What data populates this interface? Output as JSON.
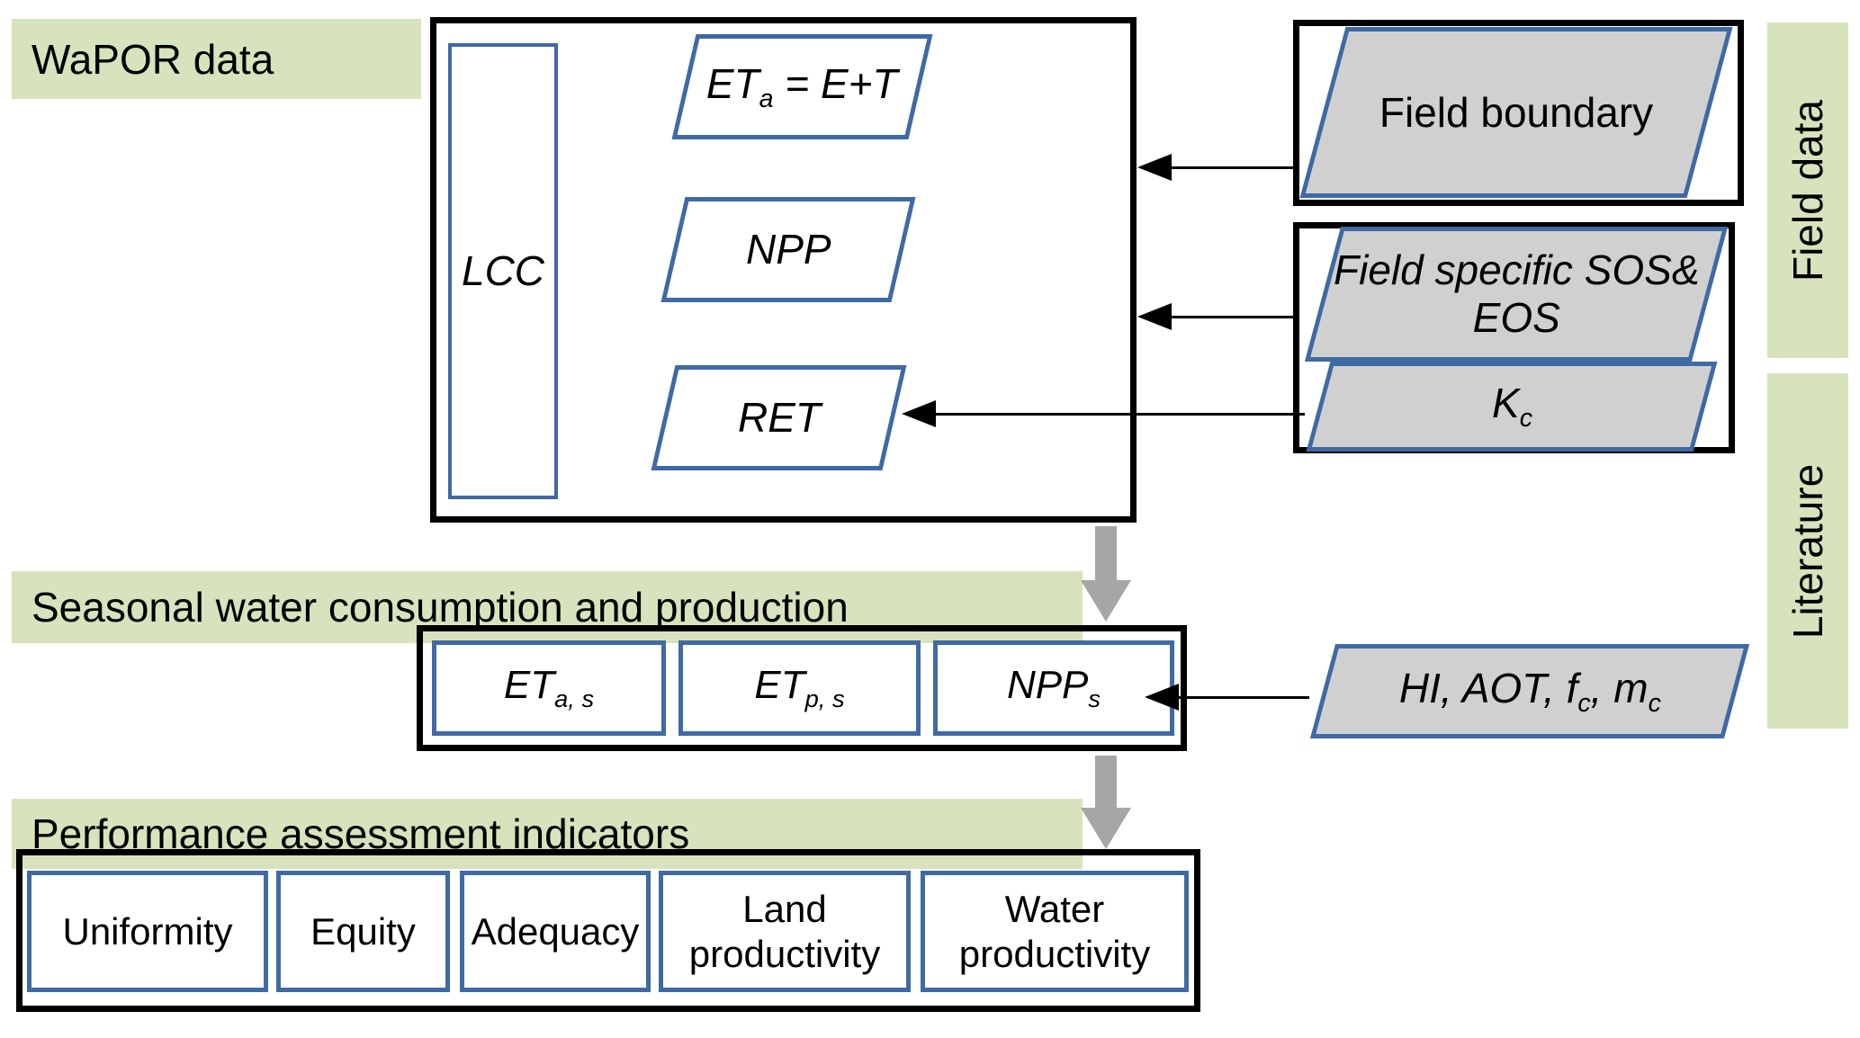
{
  "labels": {
    "wapor": "WaPOR data",
    "seasonal": "Seasonal water consumption and production",
    "performance": "Performance assessment indicators",
    "field_data": "Field data",
    "literature": "Literature"
  },
  "wapor_box": {
    "lcc": "LCC",
    "eta": [
      {
        "t": "ET"
      },
      {
        "t": "a",
        "sub": true
      },
      {
        "t": " = E+T"
      }
    ],
    "npp": [
      {
        "t": "NPP"
      }
    ],
    "ret": [
      {
        "t": "RET"
      }
    ]
  },
  "field_inputs": {
    "field_boundary": [
      {
        "t": "Field boundary"
      }
    ],
    "sos_eos": [
      {
        "t": "Field specific SOS&"
      },
      {
        "br": true
      },
      {
        "t": "EOS"
      }
    ],
    "kc": [
      {
        "t": "K"
      },
      {
        "t": "c",
        "sub": true
      }
    ],
    "hi_aot": [
      {
        "t": "HI, AOT, f"
      },
      {
        "t": "c",
        "sub": true
      },
      {
        "t": ", m"
      },
      {
        "t": "c",
        "sub": true
      }
    ]
  },
  "seasonal_box": {
    "eta_s": [
      {
        "t": "ET"
      },
      {
        "t": "a, s",
        "sub": true
      }
    ],
    "etp_s": [
      {
        "t": "ET"
      },
      {
        "t": "p, s",
        "sub": true
      }
    ],
    "npp_s": [
      {
        "t": "NPP"
      },
      {
        "t": "s",
        "sub": true
      }
    ]
  },
  "indicators": [
    "Uniformity",
    "Equity",
    "Adequacy",
    "Land productivity",
    "Water productivity"
  ],
  "colors": {
    "band_green": "#d7e3bc",
    "shape_gray": "#d1d0d0",
    "shape_blue_border": "#3f6aa3",
    "arrow_gray": "#a6a6a6",
    "ink": "#000000"
  }
}
